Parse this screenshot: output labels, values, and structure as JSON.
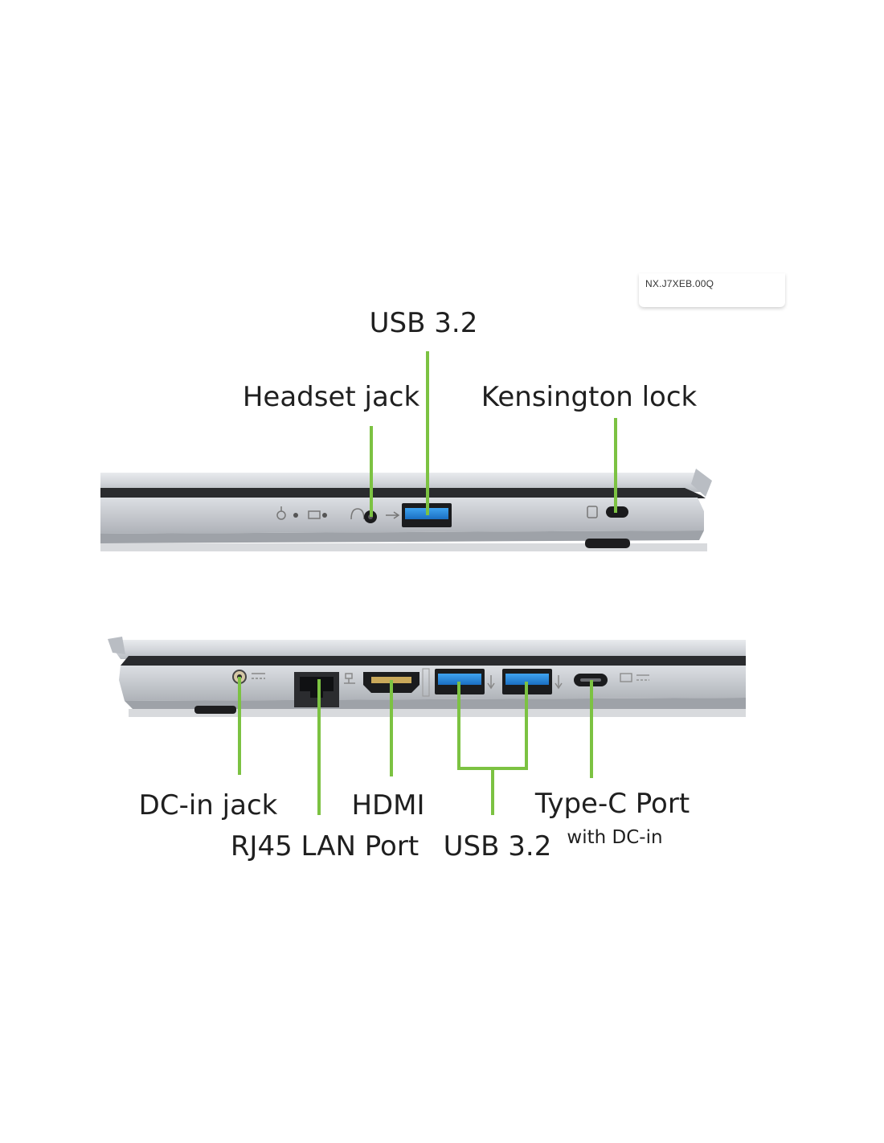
{
  "snippet_text": "NX.J7XEB.00Q",
  "top_view": {
    "labels": {
      "usb": "USB 3.2",
      "headset": "Headset jack",
      "kensington": "Kensington lock"
    }
  },
  "bottom_view": {
    "labels": {
      "dc_in": "DC-in jack",
      "rj45": "RJ45 LAN Port",
      "hdmi": "HDMI",
      "usb": "USB 3.2",
      "typec": "Type-C Port",
      "typec_sub": "with DC-in"
    }
  },
  "colors": {
    "callout_line": "#7cc242",
    "chassis": "#c9ccd1",
    "usb_port": "#2d8fe0",
    "text": "#1f1f1f"
  }
}
